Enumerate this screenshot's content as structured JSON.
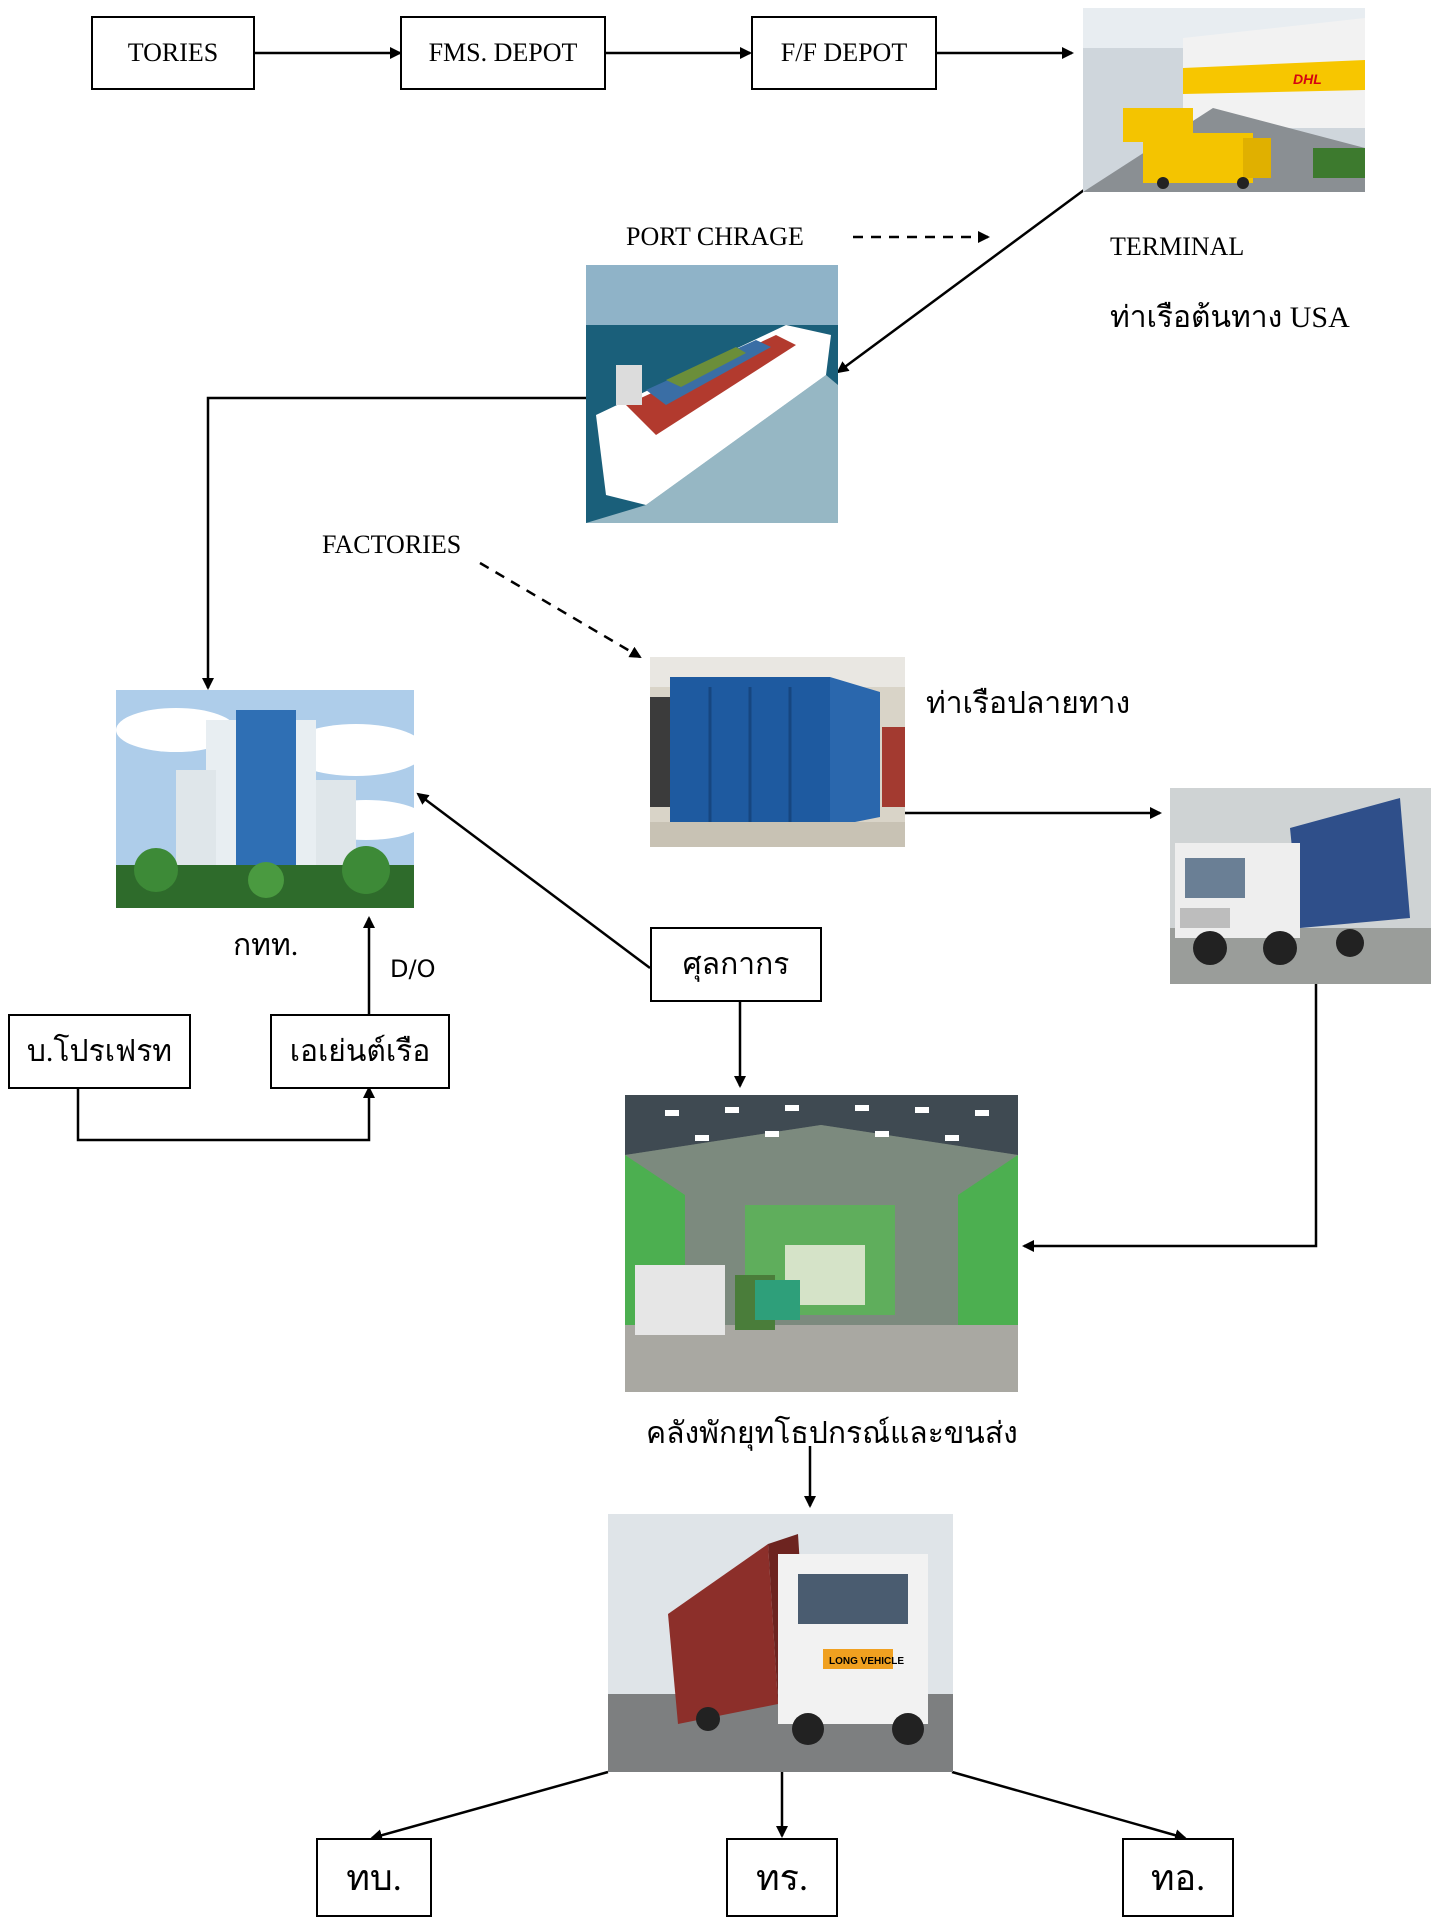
{
  "boxes": {
    "tories": "TORIES",
    "fms_depot": "FMS. DEPOT",
    "ff_depot": "F/F DEPOT",
    "customs": "ศุลกากร",
    "ship_agent": "เอเย่นต์เรือ",
    "proffret": "บ.โปรเฟรท",
    "army": "ทบ.",
    "navy": "ทร.",
    "airforce": "ทอ."
  },
  "labels": {
    "port_charge": "PORT CHRAGE",
    "terminal": "TERMINAL",
    "origin_port": "ท่าเรือต้นทาง USA",
    "factories": "FACTORIES",
    "destination_port": "ท่าเรือปลายทาง",
    "hq": "กทท.",
    "do": "D/O",
    "warehouse": "คลังพักยุทโธปกรณ์และขนส่ง"
  },
  "photos": {
    "dhl_terminal": "DHL",
    "truck_banner": "LONG VEHICLE"
  }
}
